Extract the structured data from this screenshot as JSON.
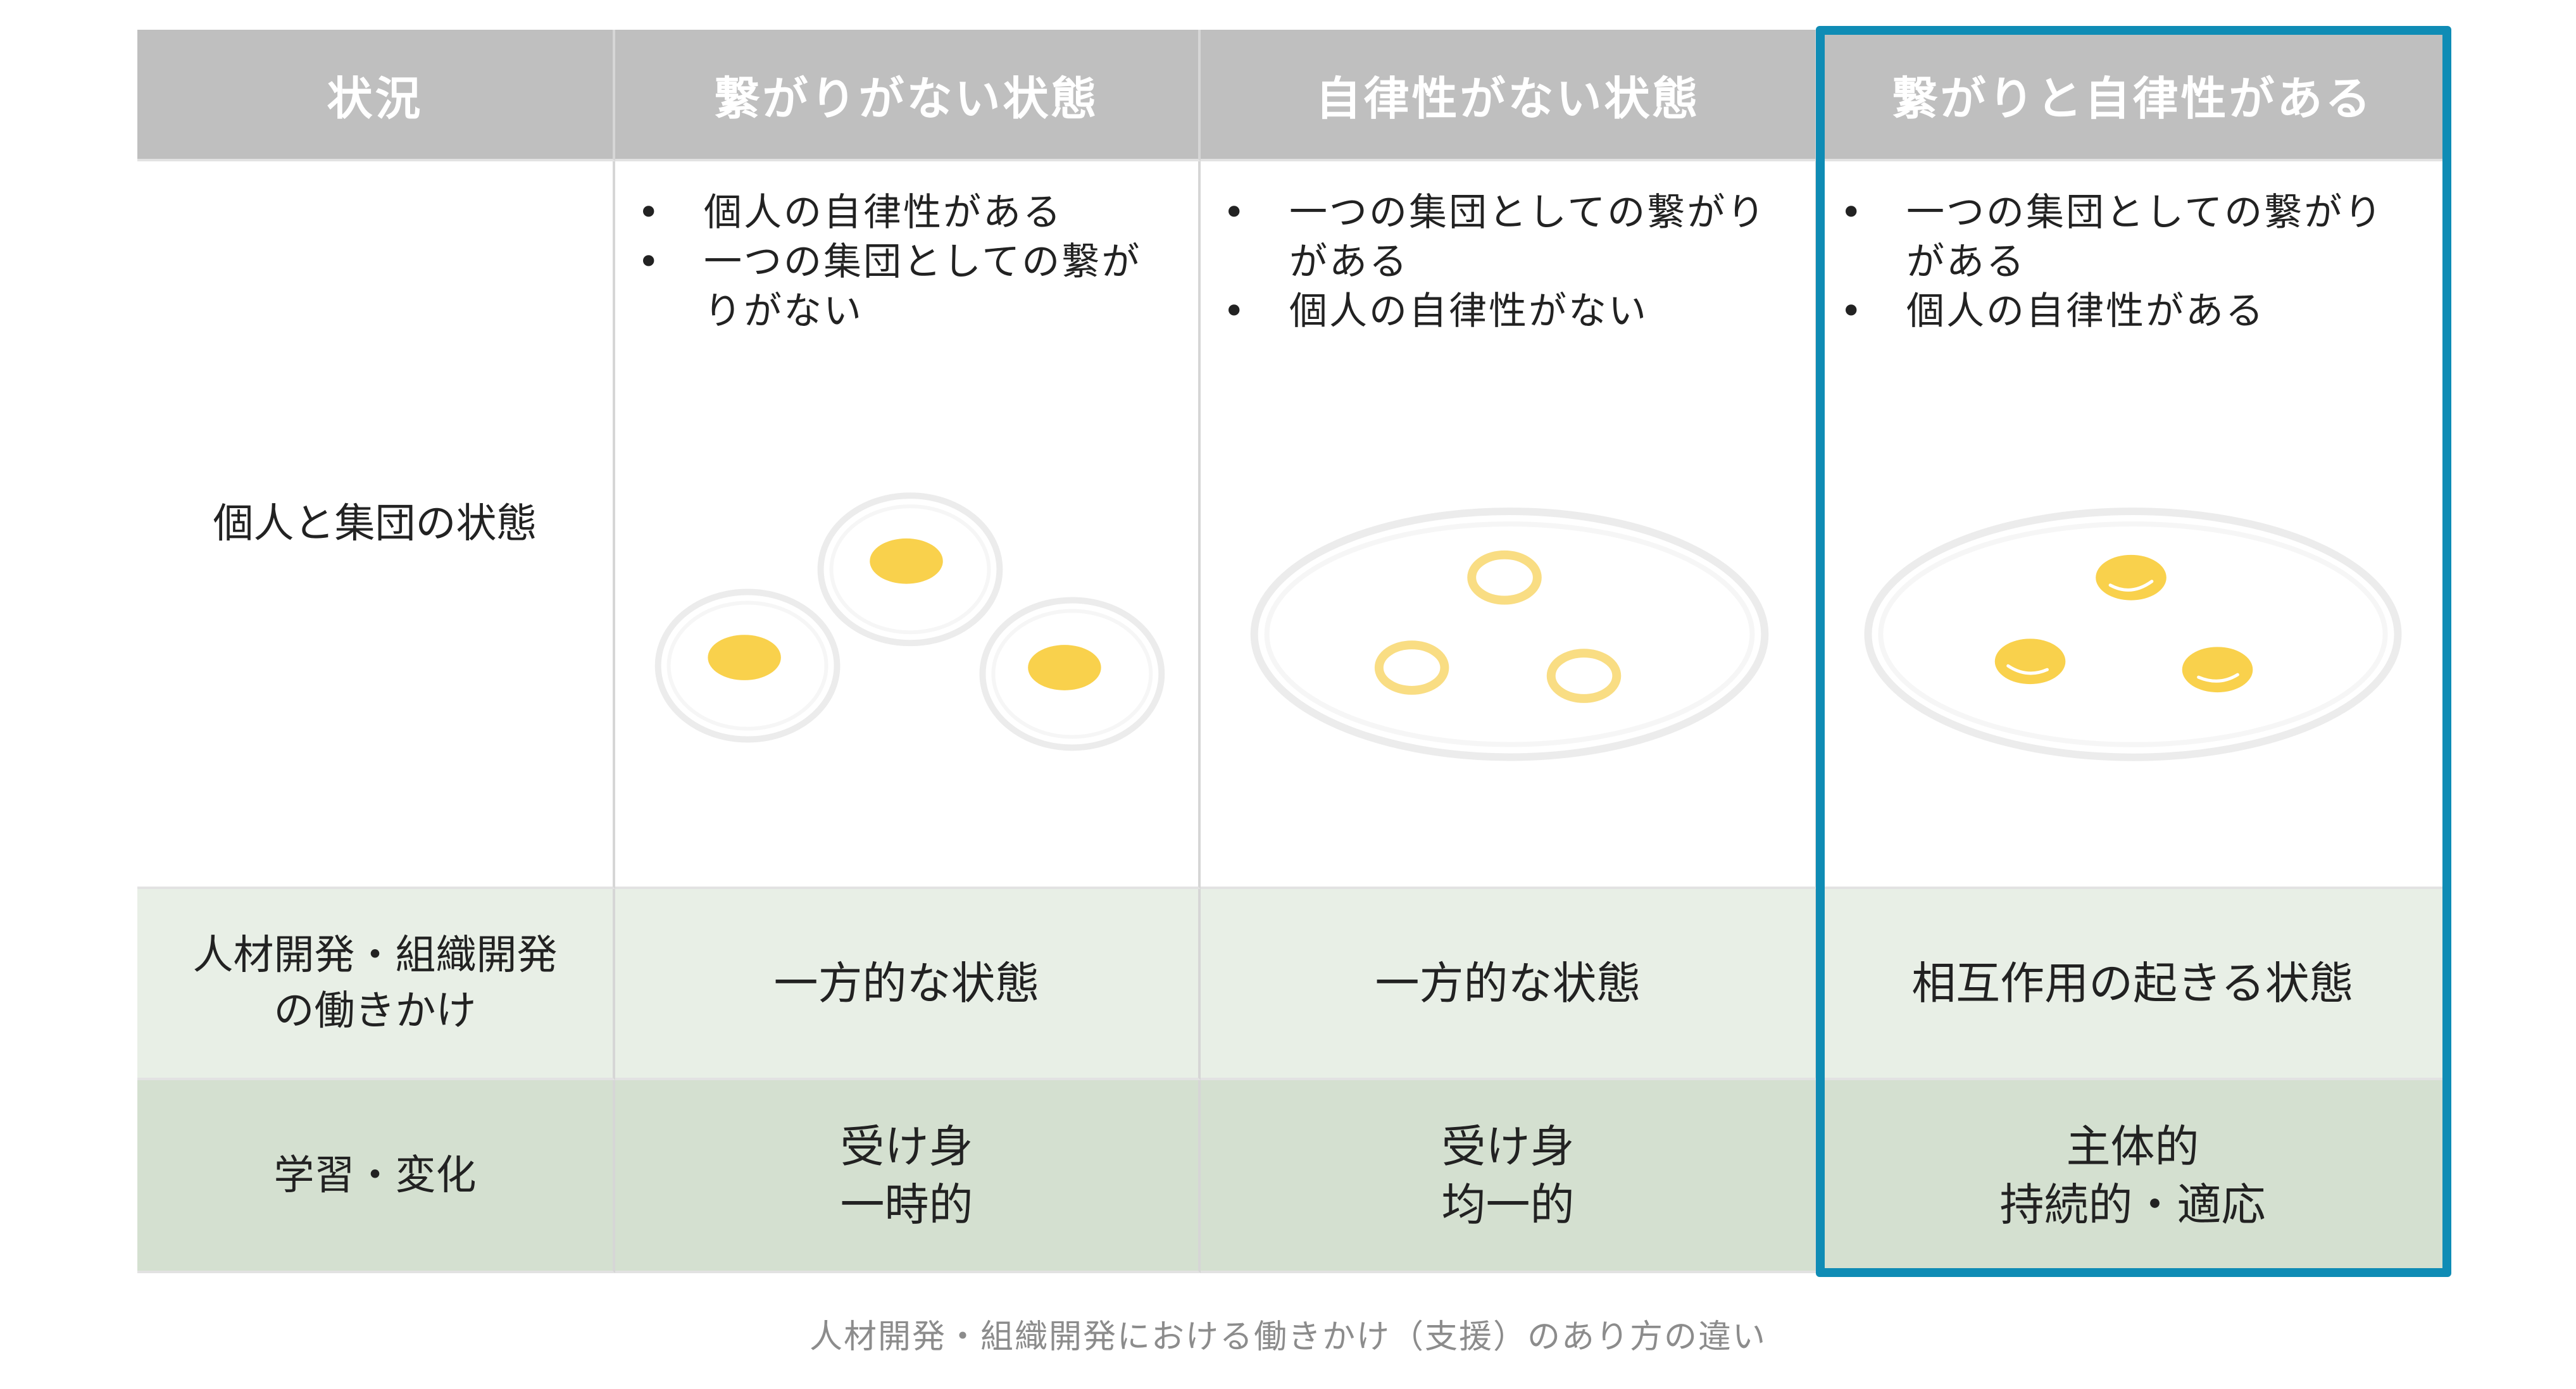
{
  "header": {
    "col0": "状況",
    "col1": "繋がりがない状態",
    "col2": "自律性がない状態",
    "col3": "繋がりと自律性がある"
  },
  "rows": {
    "state": {
      "label": "個人と集団の状態",
      "col1": [
        "個人の自律性がある",
        "一つの集団としての繋がりがない"
      ],
      "col2": [
        "一つの集団としての繋がりがある",
        "個人の自律性がない"
      ],
      "col3": [
        "一つの集団としての繋がりがある",
        "個人の自律性がある"
      ]
    },
    "action": {
      "label_line1": "人材開発・組織開発",
      "label_line2": "の働きかけ",
      "col1": "一方的な状態",
      "col2": "一方的な状態",
      "col3": "相互作用の起きる状態"
    },
    "learning": {
      "label": "学習・変化",
      "col1": [
        "受け身",
        "一時的"
      ],
      "col2": [
        "受け身",
        "均一的"
      ],
      "col3": [
        "主体的",
        "持続的・適応"
      ]
    }
  },
  "caption": "人材開発・組織開発における働きかけ（支援）のあり方の違い",
  "colors": {
    "header_bg": "#bfbfbf",
    "row2_bg": "#e8efe6",
    "row3_bg": "#d4e0d0",
    "highlight": "#0f8cb5",
    "yolk": "#f9d14c"
  }
}
